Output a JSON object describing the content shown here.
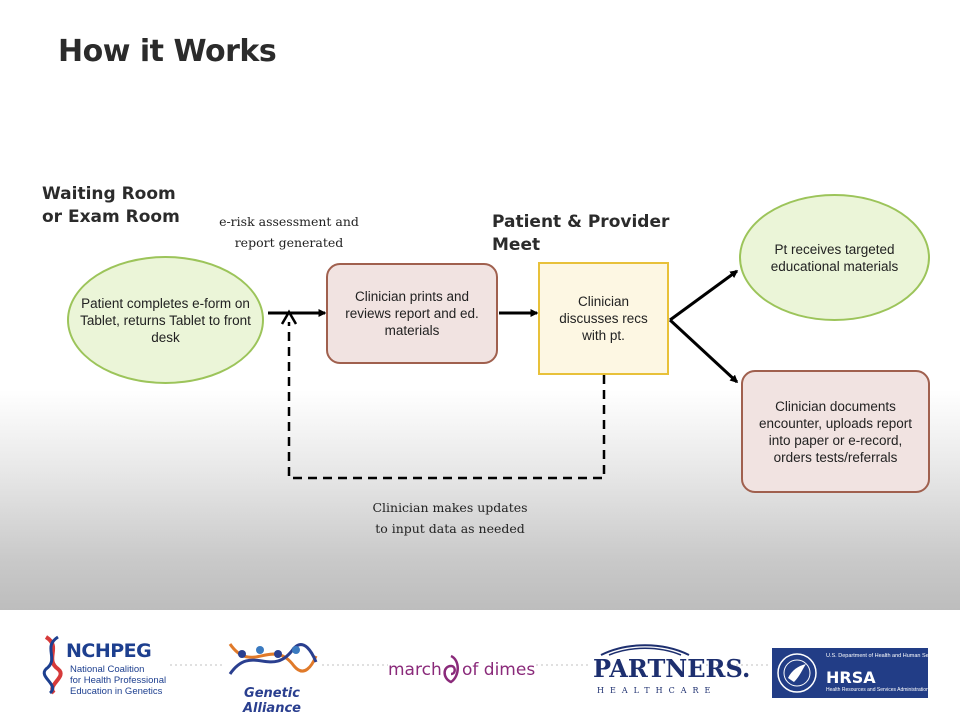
{
  "title": "How it Works",
  "sections": {
    "waiting_room": [
      "Waiting Room",
      "or Exam Room"
    ],
    "patient_provider": [
      "Patient & Provider",
      "Meet"
    ]
  },
  "notes": {
    "e_risk": [
      "e-risk assessment and",
      "report generated"
    ],
    "updates": [
      "Clinician makes updates",
      "to input data as needed"
    ]
  },
  "nodes": {
    "patient_completes": "Patient completes e-form on Tablet, returns Tablet to front desk",
    "clinician_prints": "Clinician prints and reviews report and ed. materials",
    "clinician_discusses": "Clinician discusses recs with pt.",
    "pt_receives": "Pt receives targeted educational materials",
    "clinician_documents": "Clinician documents encounter, uploads report into paper or e-record, orders tests/referrals"
  },
  "logos": {
    "nchpeg": {
      "word": "NCHPEG",
      "subtitle": [
        "National Coalition",
        "for Health Professional",
        "Education in Genetics"
      ]
    },
    "genetic_alliance": "Genetic Alliance",
    "march_of_dimes": {
      "left": "march",
      "right": "of dimes"
    },
    "partners": {
      "word": "PARTNERS.",
      "sub": "HEALTHCARE"
    },
    "hrsa": {
      "word": "HRSA",
      "top": [
        "U.S. Department of Health and Human Services"
      ],
      "bottom": "Health Resources and Services Administration"
    }
  },
  "colors": {
    "green_fill": "#ebf5d8",
    "green_border": "#9cc45a",
    "brown_fill": "#f1e3e1",
    "brown_border": "#a0604e",
    "yellow_fill": "#fdf7e3",
    "yellow_border": "#e8c13a",
    "hrsa_blue": "#223d86",
    "nchpeg_blue": "#1d3f8f"
  }
}
